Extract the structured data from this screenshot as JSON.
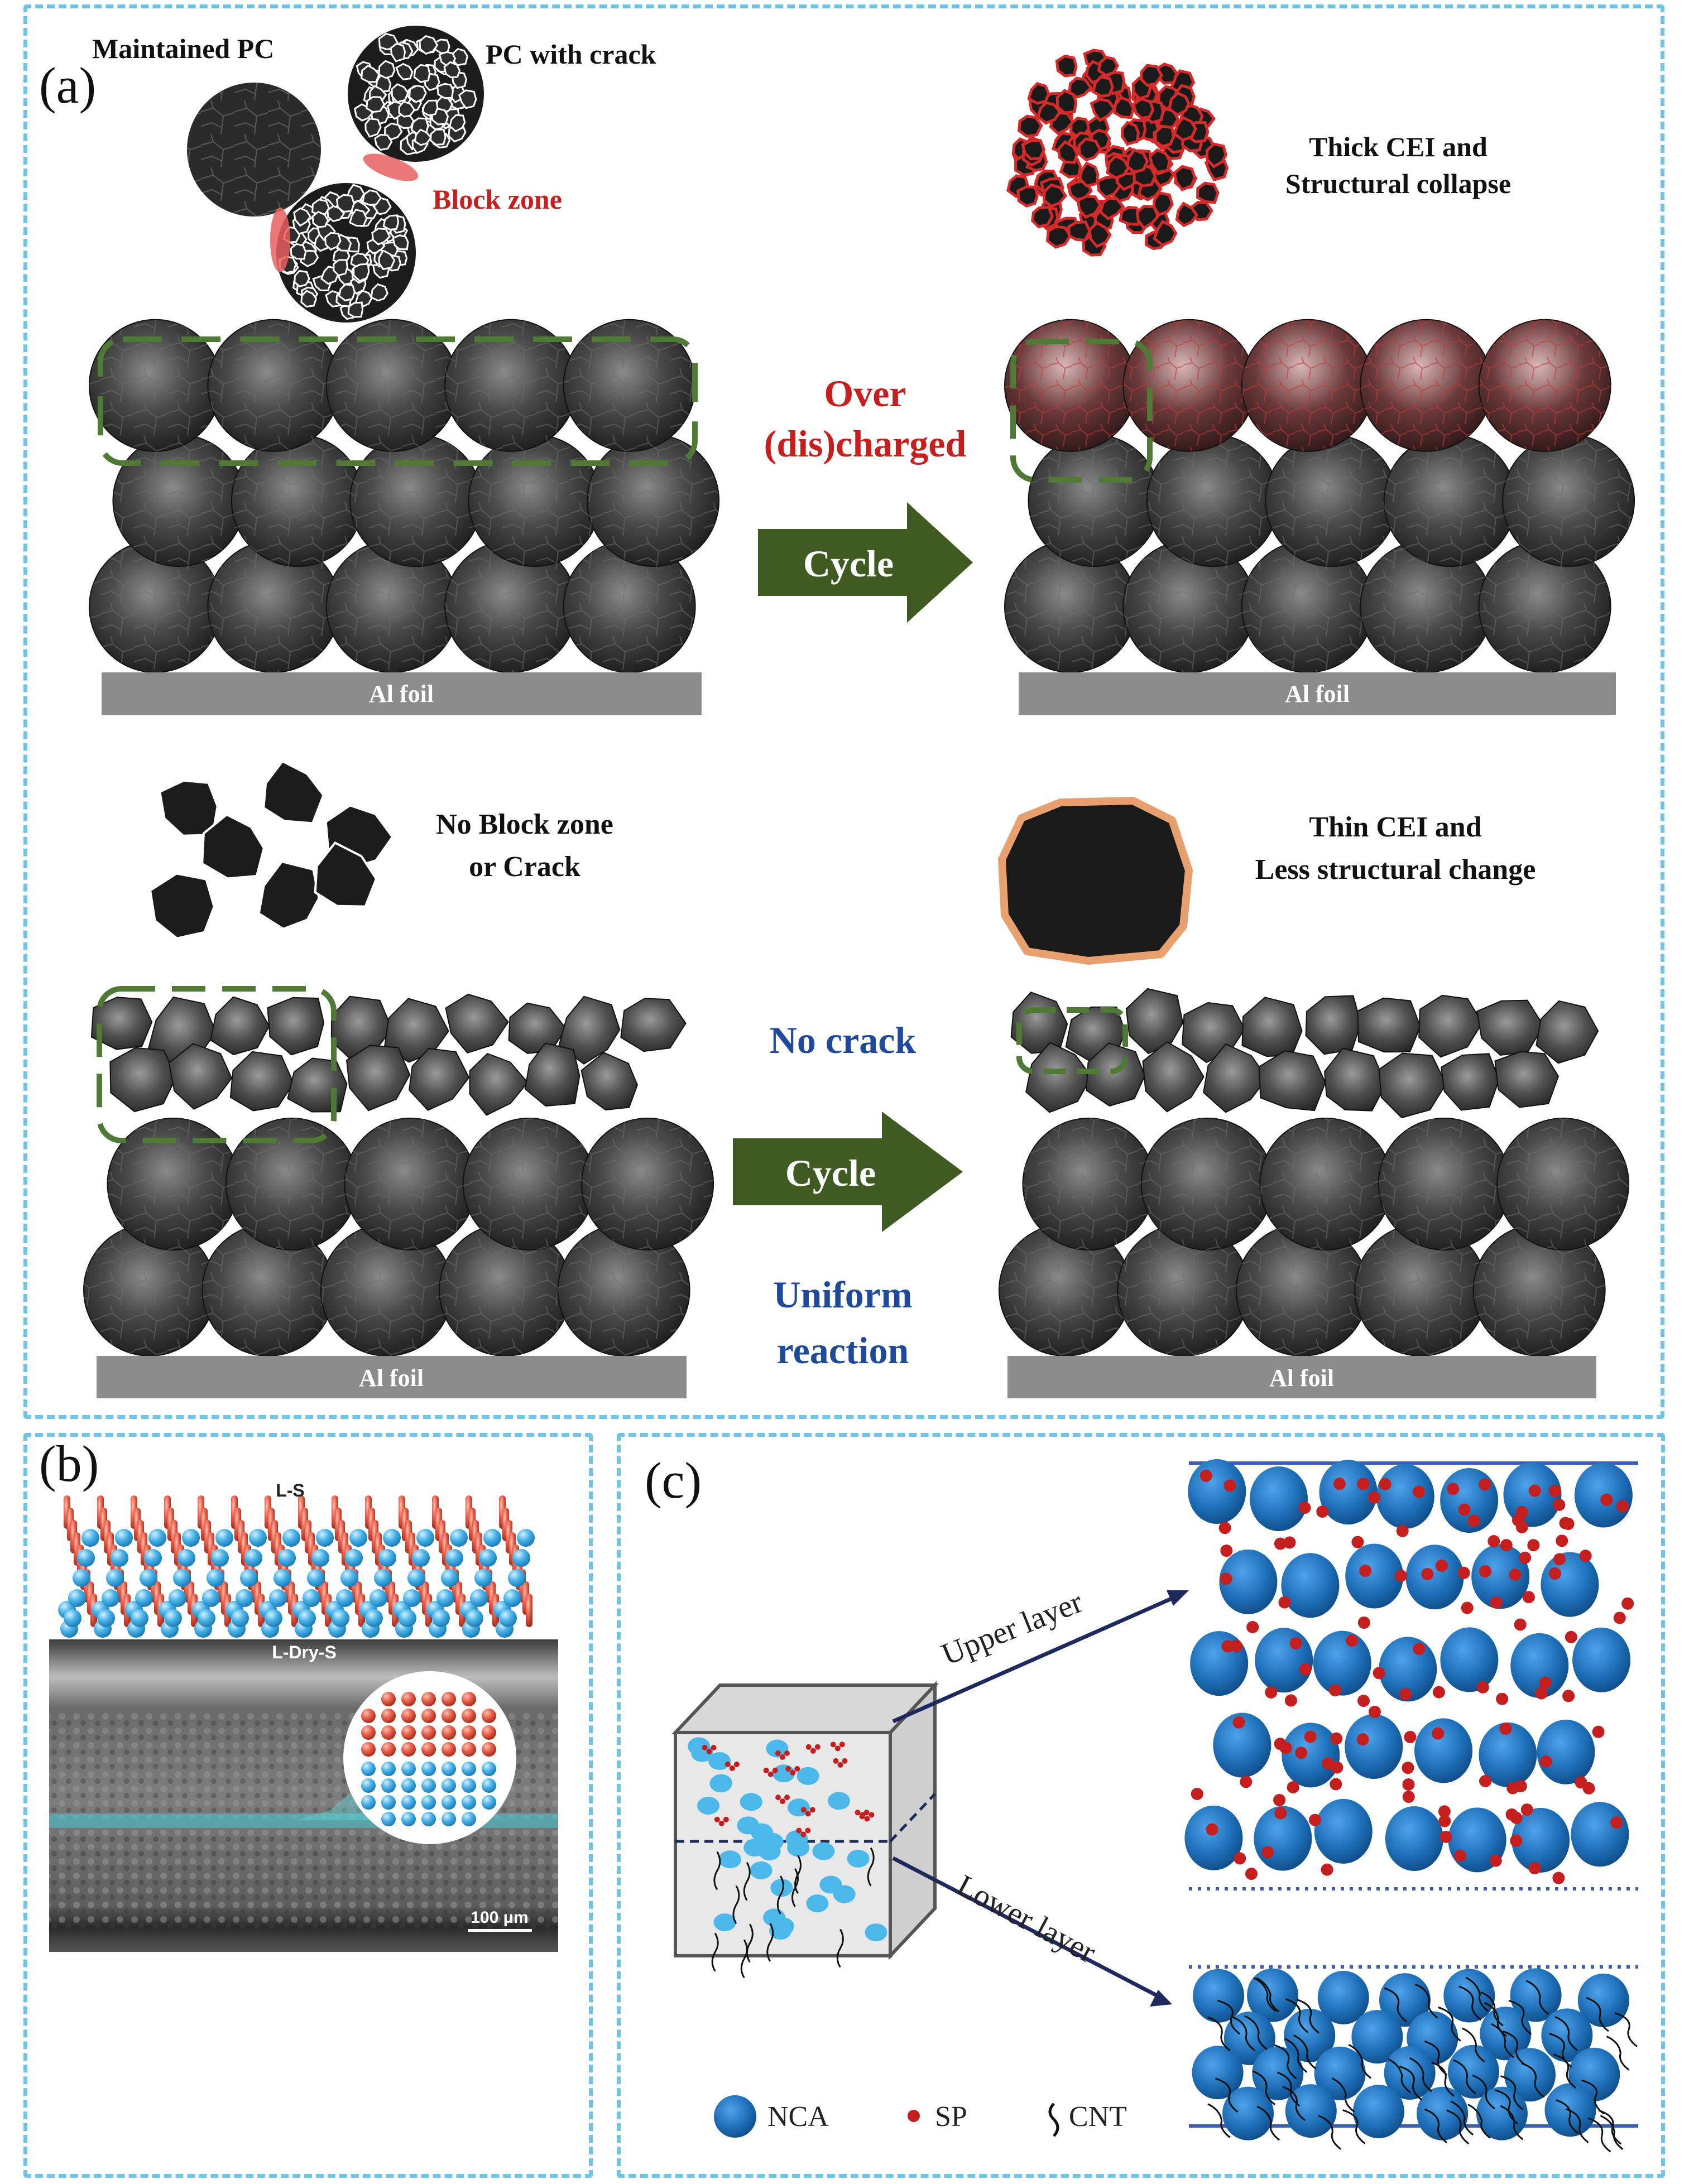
{
  "panel_a": {
    "letter": "(a)",
    "maintained_pc": "Maintained PC",
    "pc_with_crack": "PC with crack",
    "block_zone": "Block zone",
    "thick_cei_1": "Thick CEI and",
    "thick_cei_2": "Structural collapse",
    "over_1": "Over",
    "over_2": "(dis)charged",
    "cycle_label": "Cycle",
    "al_foil": "Al foil",
    "no_block_1": "No Block zone",
    "no_block_2": "or Crack",
    "thin_cei_1": "Thin CEI and",
    "thin_cei_2": "Less structural change",
    "no_crack": "No crack",
    "uniform_1": "Uniform",
    "uniform_2": "reaction"
  },
  "panel_b": {
    "letter": "(b)",
    "ls_label": "L-S",
    "ldrys_label": "L-Dry-S",
    "scale_bar": "100 μm"
  },
  "panel_c": {
    "letter": "(c)",
    "upper_layer": "Upper layer",
    "lower_layer": "Lower layer",
    "legend_nca": "NCA",
    "legend_sp": "SP",
    "legend_cnt": "CNT"
  },
  "colors": {
    "frame": "#6ec3e6",
    "arrow_green": "#3f5b22",
    "dashed_green": "#4f7a36",
    "foil_gray": "#8c8c8c",
    "red_text": "#c81e1e",
    "blue_text": "#1f4a9c",
    "ls_red": "#e8604c",
    "ls_blue": "#49b4ea",
    "nca_blue": "#1e6fb8",
    "sp_red": "#c41e1e",
    "cei_orange": "#e8a06e"
  }
}
